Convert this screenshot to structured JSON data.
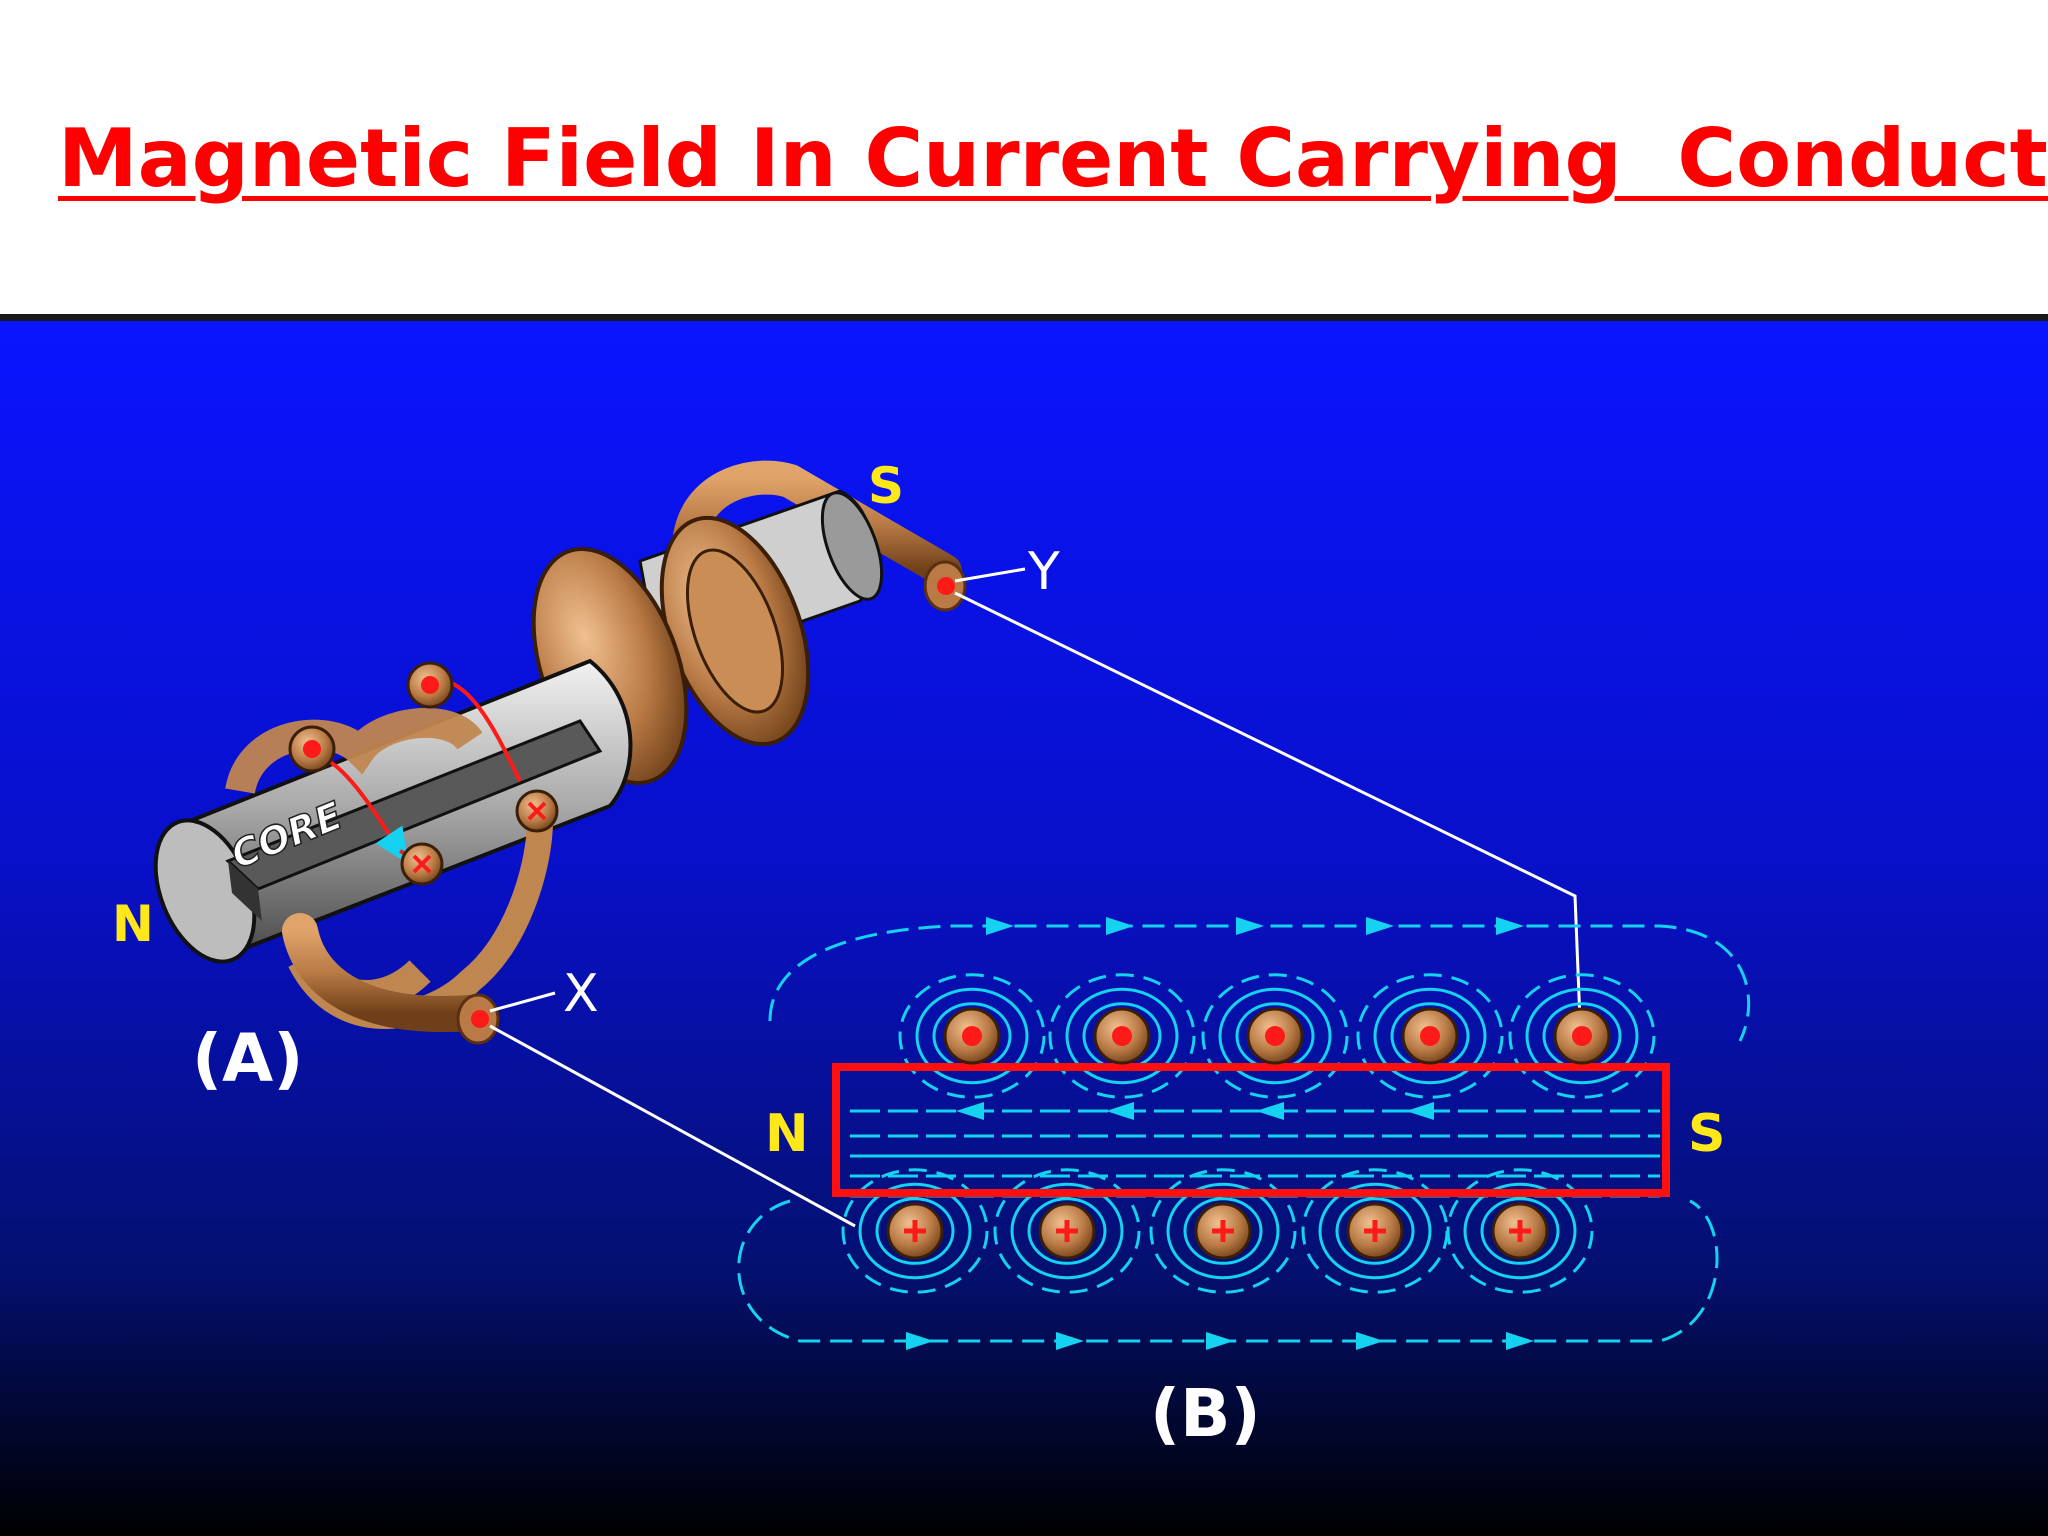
{
  "title": "Magnetic Field In Current Carrying  Conductor",
  "figure": {
    "panel_a": {
      "caption": "(A)",
      "core_label": "CORE",
      "pole_north": "N",
      "pole_south": "S",
      "terminal_x": "X",
      "terminal_y": "Y"
    },
    "panel_b": {
      "caption": "(B)",
      "pole_north": "N",
      "pole_south": "S"
    },
    "colors": {
      "title": "#ff0000",
      "background_top": "#0a14ff",
      "background_bottom": "#000000",
      "field_lines": "#14d2f0",
      "pole_labels": "#ffe81a",
      "core_outline": "#ff1010",
      "coil": "#b97a45"
    },
    "icons": [
      "dot-current-out-icon",
      "plus-current-in-icon",
      "field-arrow-icon",
      "cross-current-in-icon"
    ]
  }
}
